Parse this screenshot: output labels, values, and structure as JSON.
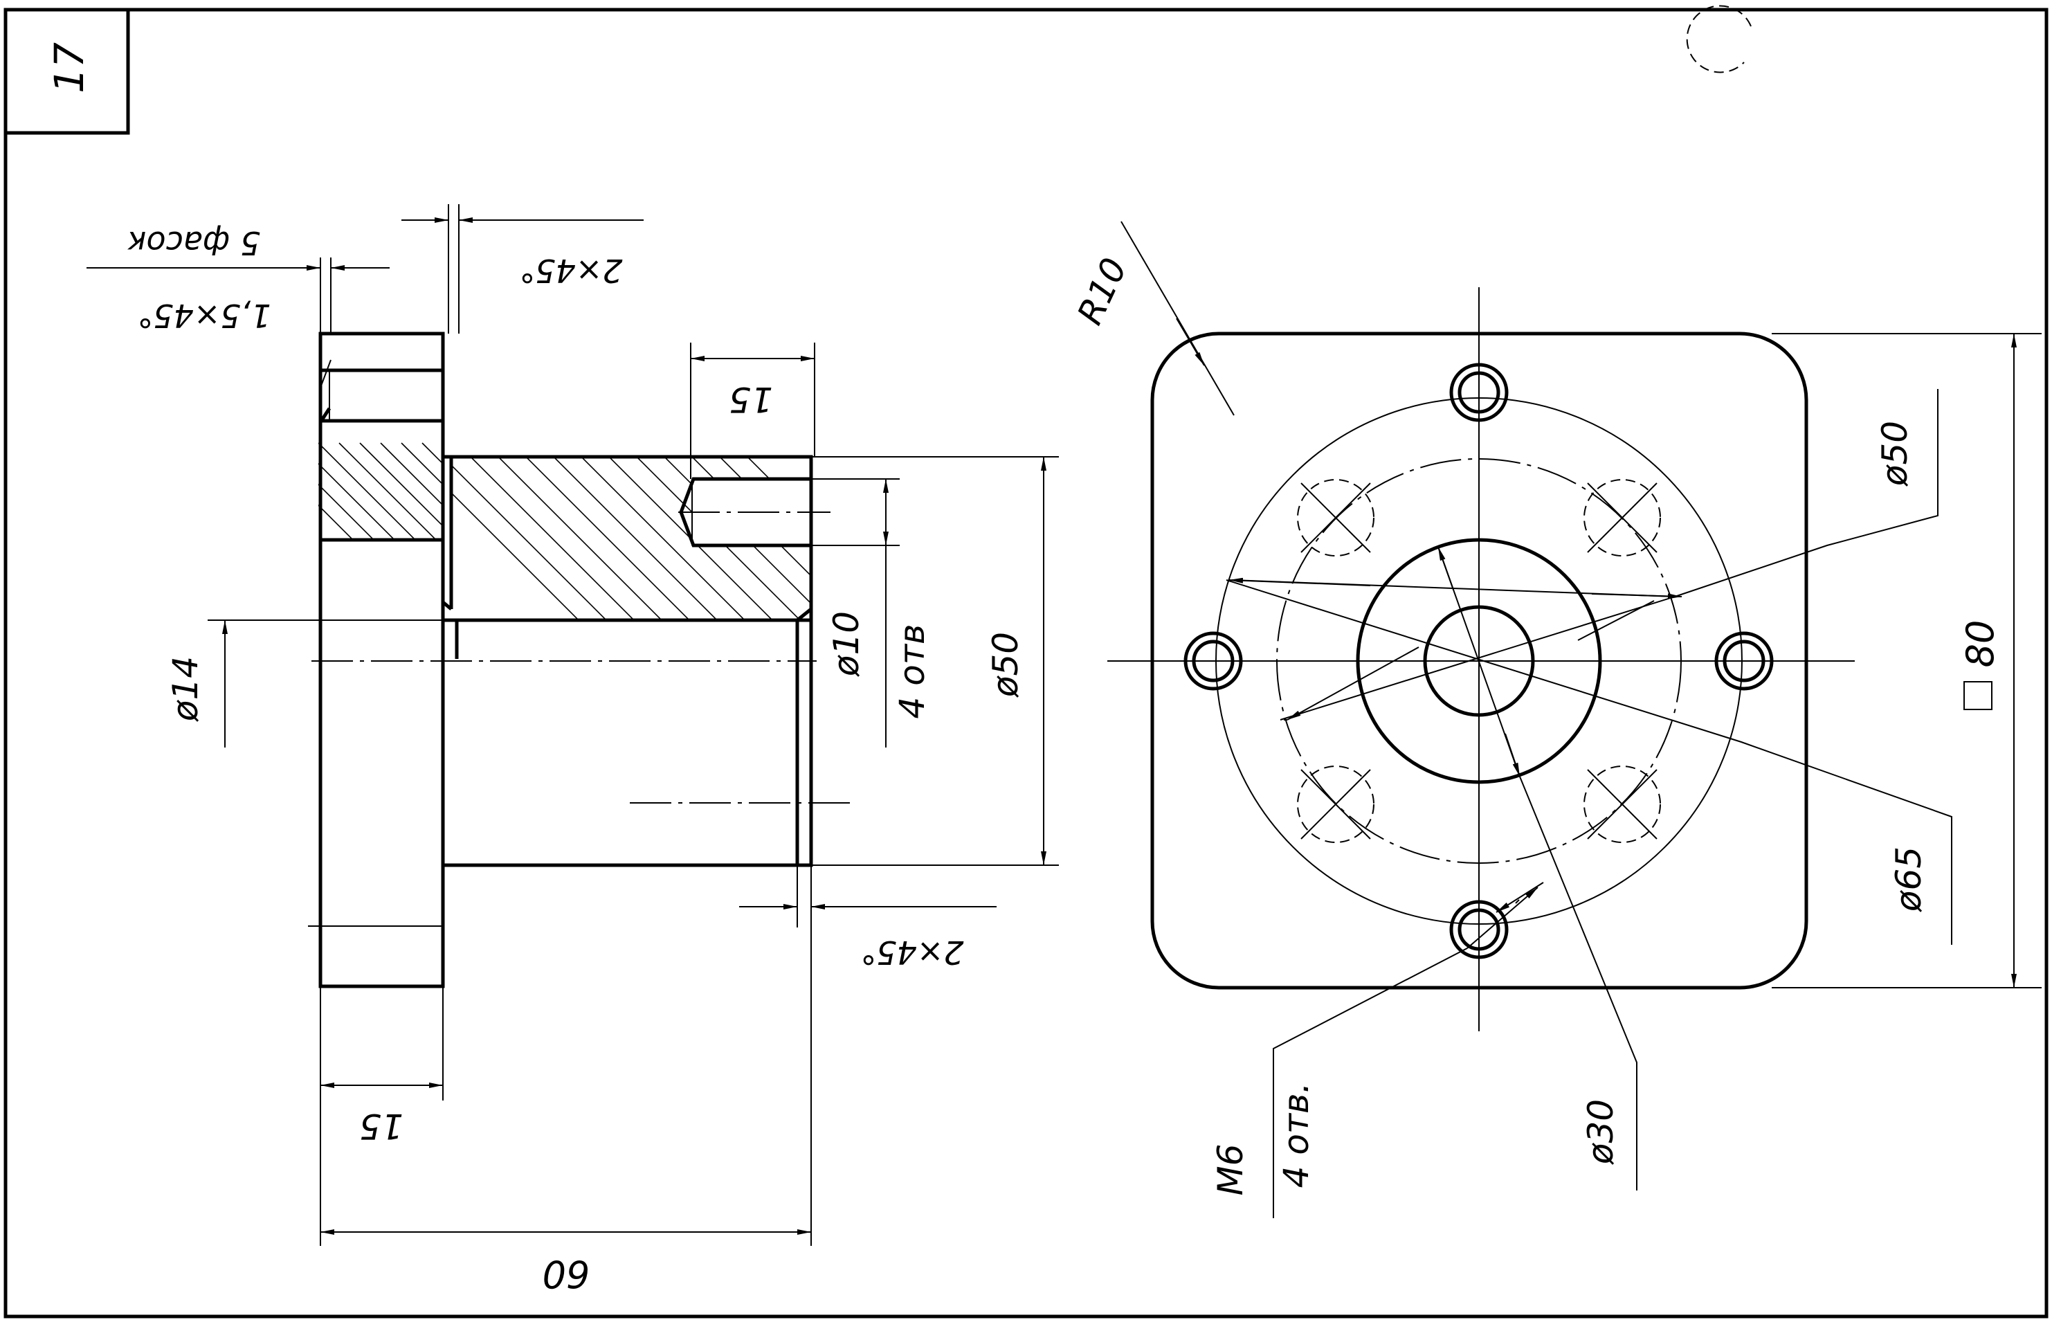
{
  "sheet": {
    "number": "17"
  },
  "section_view": {
    "dims": {
      "chamfer_count": "5 фасок",
      "chamfer_small": "1,5×45°",
      "chamfer_top": "2×45°",
      "chamfer_bottom": "2×45°",
      "hole_depth": "15",
      "hole_dia": "ø10",
      "hole_count": "4 отв",
      "outer_dia": "ø50",
      "bore_dia": "ø14",
      "flange_width": "15",
      "total_length": "60"
    }
  },
  "front_view": {
    "dims": {
      "fillet_radius": "R10",
      "circle_50": "ø50",
      "circle_65": "ø65",
      "circle_30": "ø30",
      "square_size": "80",
      "thread": "M6",
      "thread_count": "4 отв."
    }
  }
}
